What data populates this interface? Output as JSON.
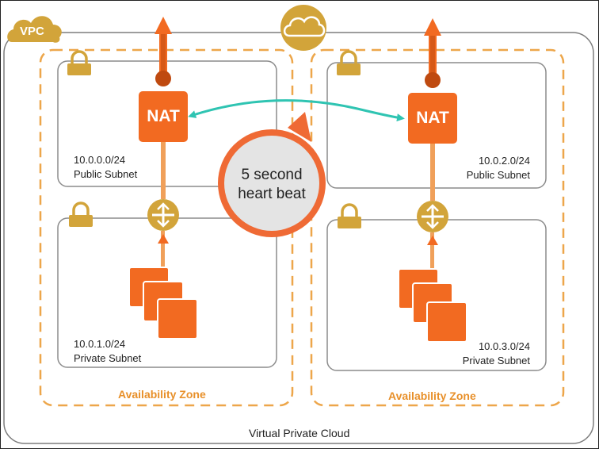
{
  "vpc": {
    "badge": "VPC",
    "name": "Virtual Private Cloud"
  },
  "zones": [
    {
      "label": "Availability Zone",
      "nat_label": "NAT",
      "public_subnet": {
        "cidr": "10.0.0.0/24",
        "name": "Public Subnet"
      },
      "private_subnet": {
        "cidr": "10.0.1.0/24",
        "name": "Private Subnet"
      }
    },
    {
      "label": "Availability Zone",
      "nat_label": "NAT",
      "public_subnet": {
        "cidr": "10.0.2.0/24",
        "name": "Public Subnet"
      },
      "private_subnet": {
        "cidr": "10.0.3.0/24",
        "name": "Private Subnet"
      }
    }
  ],
  "heartbeat": {
    "line1": "5 second",
    "line2": "heart beat"
  },
  "icons": [
    "cloud-icon",
    "lock-icon",
    "router-icon",
    "instance-stack-icon",
    "internet-arrow-icon"
  ],
  "colors": {
    "aws_orange": "#f26a21",
    "zone_dash": "#eda64a",
    "gold": "#d2a43a",
    "heartbeat_arrow": "#2fc4b2",
    "subnet_border": "#8c8c8c",
    "bubble_ring": "#ef6a35",
    "bubble_fill": "#e4e4e4"
  }
}
